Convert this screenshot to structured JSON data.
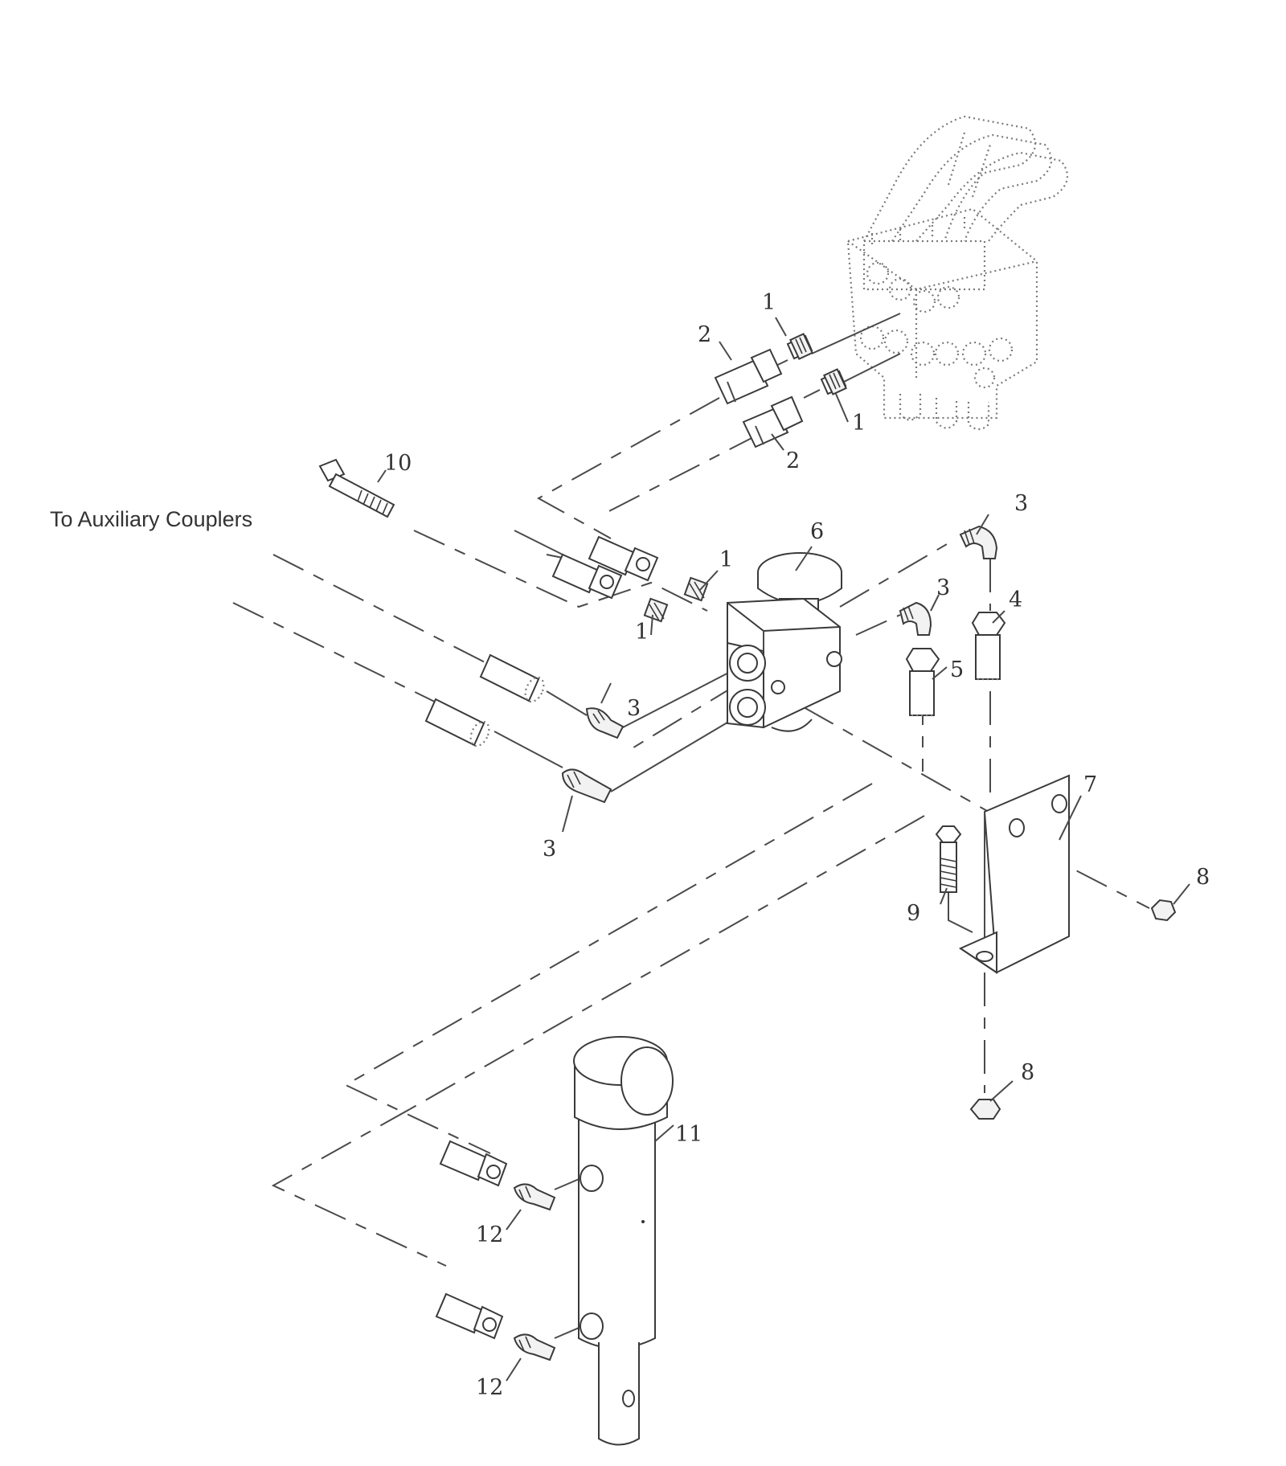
{
  "caption": "To Auxiliary Couplers",
  "callouts": [
    {
      "id": "c1a",
      "label": "1"
    },
    {
      "id": "c1b",
      "label": "1"
    },
    {
      "id": "c1c",
      "label": "1"
    },
    {
      "id": "c1d",
      "label": "1"
    },
    {
      "id": "c2a",
      "label": "2"
    },
    {
      "id": "c2b",
      "label": "2"
    },
    {
      "id": "c3a",
      "label": "3"
    },
    {
      "id": "c3b",
      "label": "3"
    },
    {
      "id": "c3c",
      "label": "3"
    },
    {
      "id": "c3d",
      "label": "3"
    },
    {
      "id": "c4",
      "label": "4"
    },
    {
      "id": "c5",
      "label": "5"
    },
    {
      "id": "c6",
      "label": "6"
    },
    {
      "id": "c7",
      "label": "7"
    },
    {
      "id": "c8a",
      "label": "8"
    },
    {
      "id": "c8b",
      "label": "8"
    },
    {
      "id": "c9",
      "label": "9"
    },
    {
      "id": "c10",
      "label": "10"
    },
    {
      "id": "c11",
      "label": "11"
    },
    {
      "id": "c12a",
      "label": "12"
    },
    {
      "id": "c12b",
      "label": "12"
    }
  ]
}
